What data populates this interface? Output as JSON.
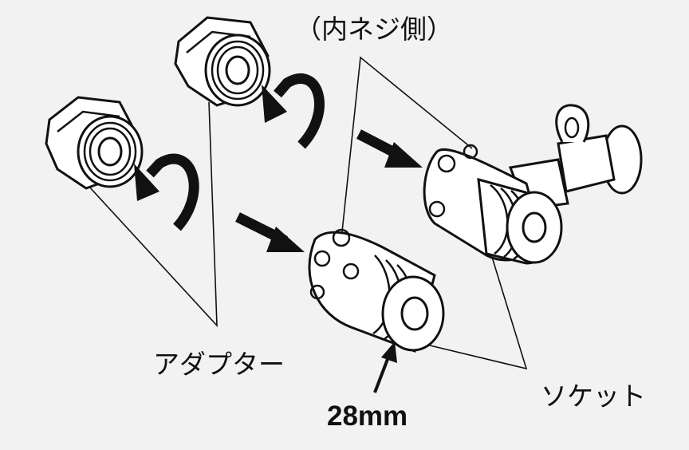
{
  "labels": {
    "inner_thread_side": "（内ネジ側）",
    "adapter": "アダプター",
    "socket": "ソケット",
    "size": "28mm"
  },
  "colors": {
    "background": "#f2f2f2",
    "line": "#111111"
  }
}
